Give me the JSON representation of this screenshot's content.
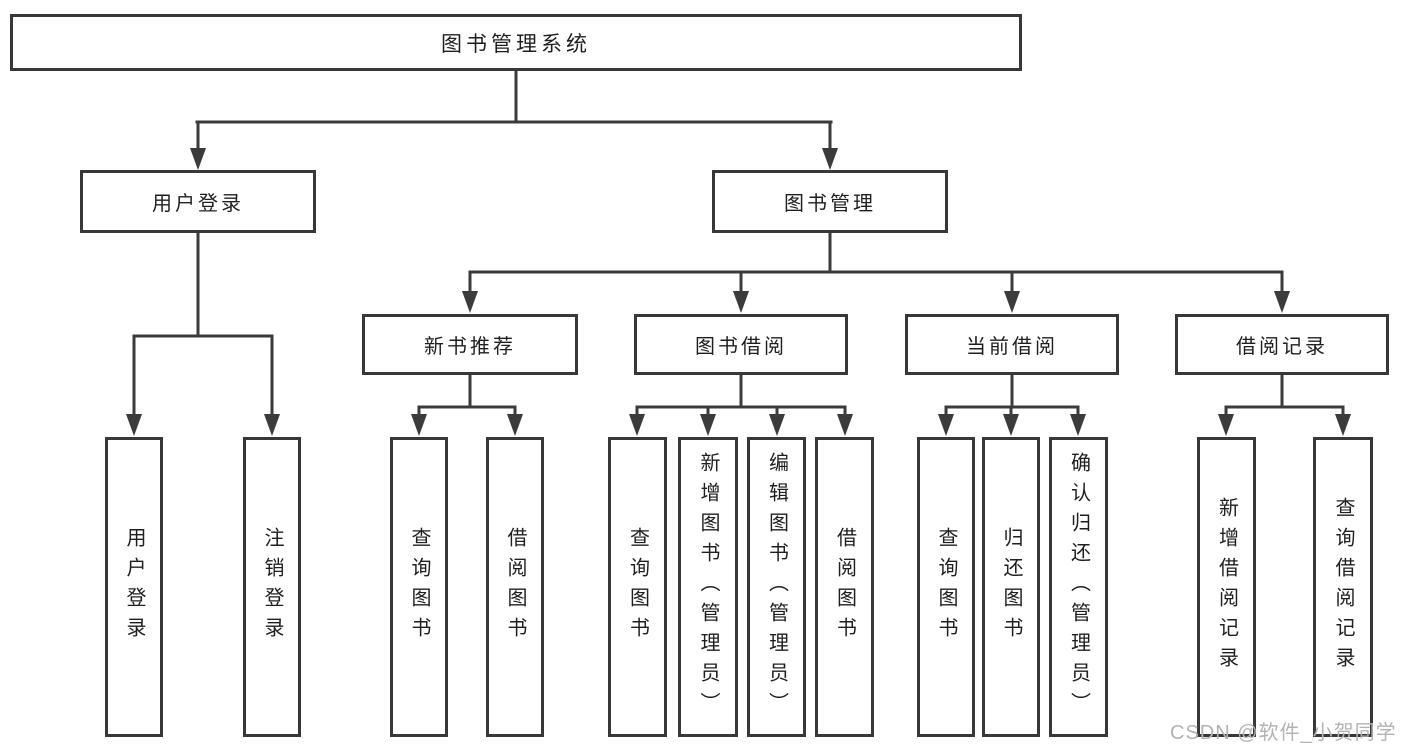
{
  "colors": {
    "background": "#ffffff",
    "line": "#3b3b3b",
    "box_border": "#383838",
    "text": "#1f1f1f",
    "watermark": "#b3b3b3"
  },
  "diagram": {
    "root": {
      "label": "图书管理系统"
    },
    "level2": [
      {
        "label": "用户登录"
      },
      {
        "label": "图书管理"
      }
    ],
    "level3": [
      {
        "label": "新书推荐"
      },
      {
        "label": "图书借阅"
      },
      {
        "label": "当前借阅"
      },
      {
        "label": "借阅记录"
      }
    ],
    "leaves": {
      "login": [
        "用户登录",
        "注销登录"
      ],
      "recommend": [
        "查询图书",
        "借阅图书"
      ],
      "borrow": [
        "查询图书",
        "新增图书（管理员）",
        "编辑图书（管理员）",
        "借阅图书"
      ],
      "current": [
        "查询图书",
        "归还图书",
        "确认归还（管理员）"
      ],
      "records": [
        "新增借阅记录",
        "查询借阅记录"
      ]
    }
  },
  "watermark": {
    "text": "CSDN @软件_小贺同学"
  }
}
